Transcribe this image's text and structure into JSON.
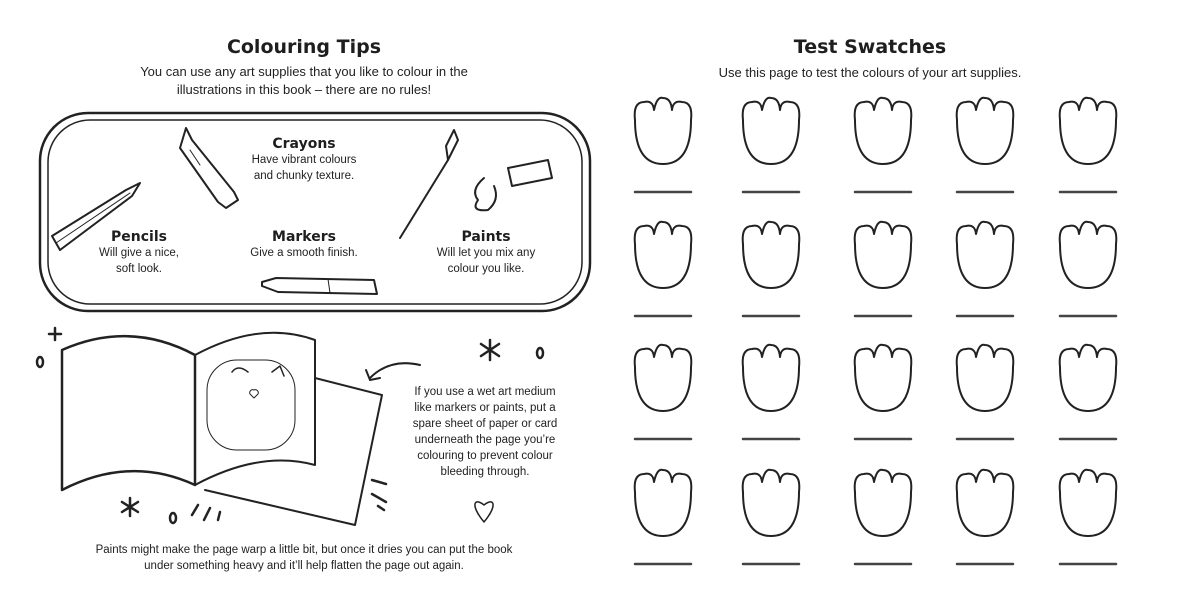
{
  "left_page": {
    "title": "Colouring Tips",
    "intro_line1": "You can use any art supplies that you like to colour in the",
    "intro_line2": "illustrations in this book – there are no rules!",
    "supplies": [
      {
        "name": "Crayons",
        "line1": "Have vibrant colours",
        "line2": "and chunky texture."
      },
      {
        "name": "Pencils",
        "line1": "Will give a nice,",
        "line2": "soft look."
      },
      {
        "name": "Markers",
        "line1": "Give a smooth finish.",
        "line2": ""
      },
      {
        "name": "Paints",
        "line1": "Will let you mix any",
        "line2": "colour you like."
      }
    ],
    "wet_tip": [
      "If you use a wet art medium",
      "like markers or paints, put a",
      "spare sheet of paper or card",
      "underneath the page you’re",
      "colouring to prevent colour",
      "bleeding through."
    ],
    "footer_line1": "Paints might make the page warp a little bit, but once it dries you can put the book",
    "footer_line2": "under something heavy and it’ll help flatten the page out again."
  },
  "right_page": {
    "title": "Test Swatches",
    "subtitle": "Use this page to test the colours of your art supplies.",
    "swatch_rows": 4,
    "swatch_cols": 5
  }
}
